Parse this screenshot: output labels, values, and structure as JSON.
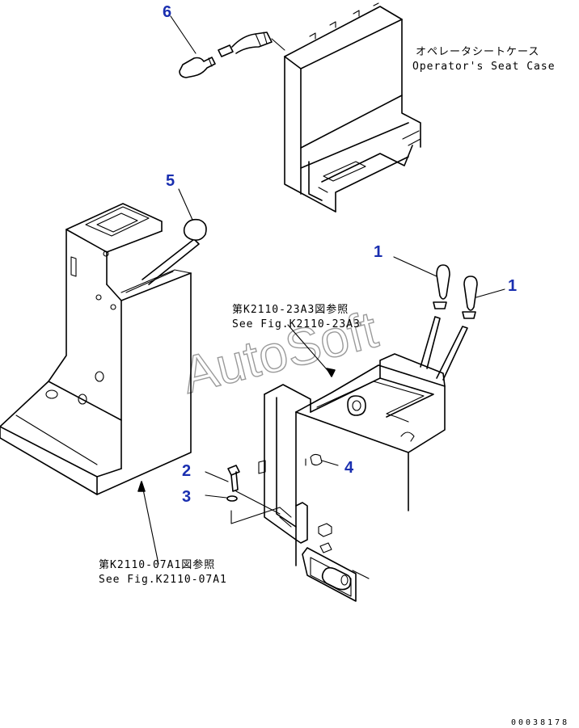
{
  "callouts": {
    "n1a": "1",
    "n1b": "1",
    "n2": "2",
    "n3": "3",
    "n4": "4",
    "n5": "5",
    "n6": "6"
  },
  "labels": {
    "seat_case_jp": "オペレータシートケース",
    "seat_case_en": "Operator's Seat Case",
    "ref_a_jp": "第K2110-23A3図参照",
    "ref_a_en": "See Fig.K2110-23A3",
    "ref_b_jp": "第K2110-07A1図参照",
    "ref_b_en": "See Fig.K2110-07A1"
  },
  "watermark": "AutoSoft",
  "drawing_code": "00038178",
  "colors": {
    "callout": "#1a2fb0",
    "line": "#000000",
    "watermark": "#9a9a9a"
  }
}
